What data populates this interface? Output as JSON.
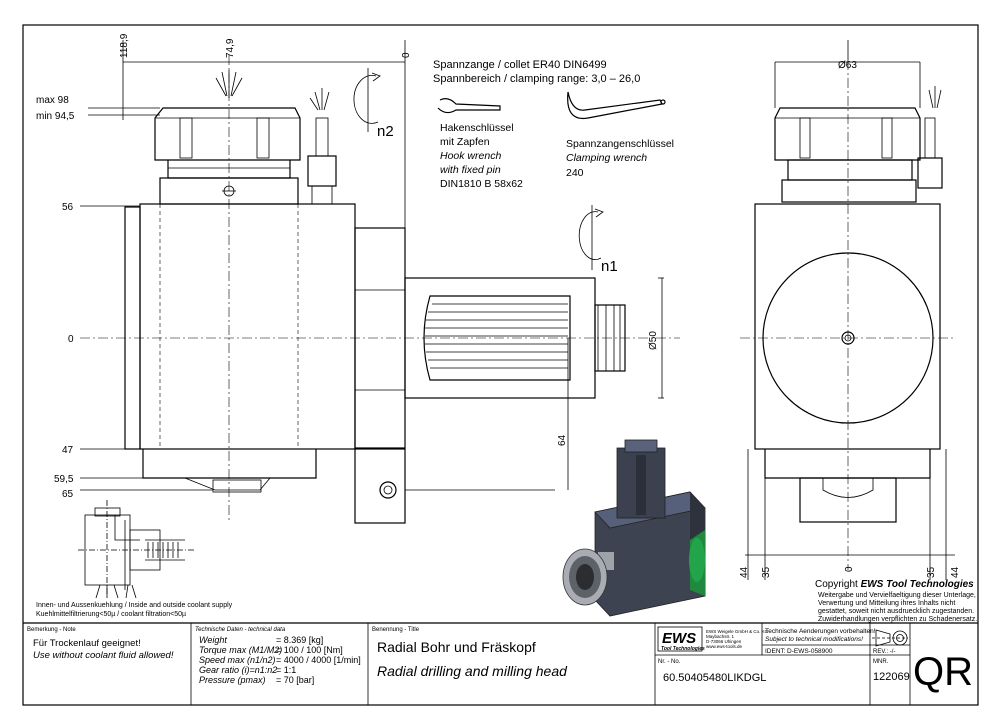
{
  "notes": {
    "collet_line": "Spannzange / collet   ER40   DIN6499",
    "clamping_range_line": "Spannbereich / clamping range: 3,0 – 26,0",
    "hook_wrench": [
      "Hakenschlüssel",
      "mit Zapfen",
      "Hook wrench",
      "with fixed pin",
      "DIN1810 B 58x62"
    ],
    "clamping_wrench": [
      "Spannzangenschlüssel",
      "Clamping wrench",
      "240"
    ],
    "n1": "n1",
    "n2": "n2",
    "coolant_line1": "Innen- und Aussenkuehlung / Inside and outside coolant supply",
    "coolant_line2": "Kuehlmittelfiltrierung<50µ / coolant filtration<50µ"
  },
  "dimensions": {
    "left": {
      "max98": "max 98",
      "min945": "min 94,5",
      "d56": "56",
      "d0": "0",
      "d47": "47",
      "d595": "59,5",
      "d65": "65"
    },
    "top": {
      "d1189": "118,9",
      "d749": "74,9",
      "d0": "0"
    },
    "dia50": "Ø50",
    "d64": "64",
    "dia63": "Ø63",
    "bottom_right": {
      "a": "44",
      "b": "35",
      "c": "0",
      "d": "35",
      "e": "44"
    }
  },
  "copyright": {
    "title_prefix": "Copyright ",
    "title_brand": "EWS Tool Technologies",
    "lines": [
      "Weitergabe und Vervielfaeltigung dieser Unterlage,",
      "Verwertung und Mitteilung ihres Inhalts nicht",
      "gestattet, soweit nicht ausdruecklich zugestanden.",
      "Zuwiderhandlungen verpflichten zu Schadenersatz."
    ]
  },
  "titleblock": {
    "remark_label": "Bemerkung - Note",
    "remark_de": "Für Trockenlauf geeignet!",
    "remark_en": "Use without coolant fluid allowed!",
    "tech_label": "Technische Daten - technical data",
    "tech_rows": [
      {
        "name": "Weight",
        "value": "= 8.369 [kg]"
      },
      {
        "name": "Torque max (M1/M2)",
        "value": "= 100 / 100 [Nm]"
      },
      {
        "name": "Speed max (n1/n2)",
        "value": "= 4000 / 4000 [1/min]"
      },
      {
        "name": "Gear ratio (i)=n1:n2",
        "value": "= 1:1"
      },
      {
        "name": "Pressure (pmax)",
        "value": "= 70 [bar]"
      }
    ],
    "title_label": "Benennung - Title",
    "title_de": "Radial Bohr und Fräskopf",
    "title_en": "Radial drilling and milling head",
    "logo": "EWS",
    "logo_sub": "Tool Technologies",
    "company_lines": [
      "EWS Weigele GmbH & Co. KG",
      "Maybachstr. 1",
      "D-73066 Uhingen",
      "www.ews-tools.de"
    ],
    "changes_de": "Technische Aenderungen vorbehalten!",
    "changes_en": "Subject to technical modifications!",
    "ident_label": "IDENT:",
    "ident_value": "D-EWS-058900",
    "rev_label": "REV.: -/-",
    "nr_label": "Nr. - No.",
    "nr_value": "60.50405480LIKDGL",
    "mnr_label": "MNR.",
    "mnr_value": "122069",
    "qr": "QR"
  }
}
